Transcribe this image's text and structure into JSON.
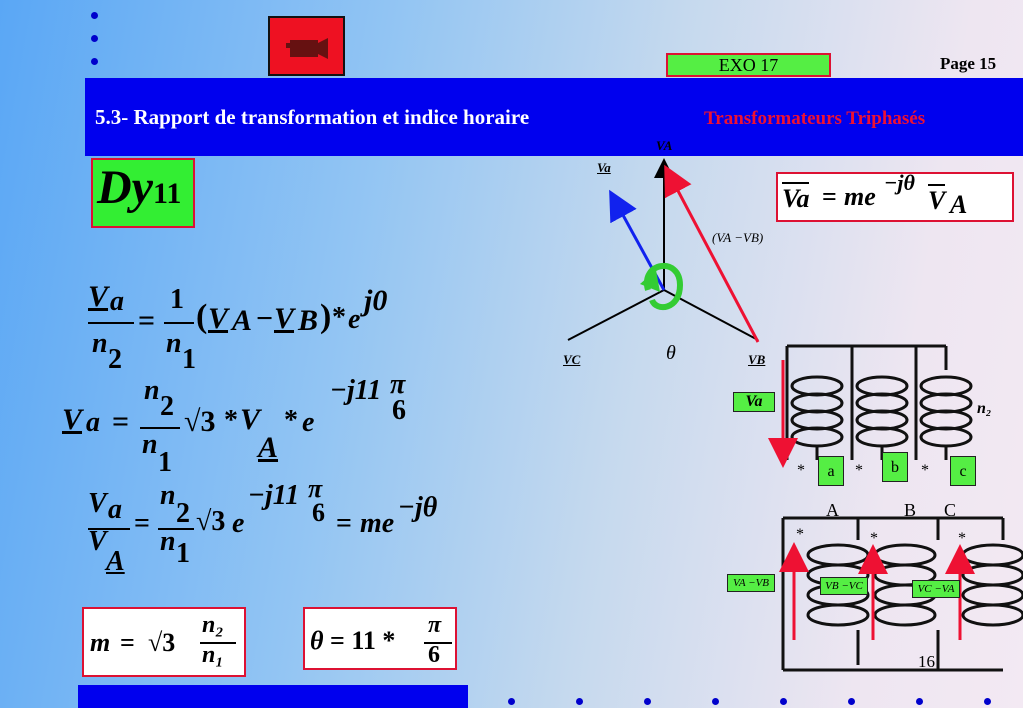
{
  "header": {
    "exo_label": "EXO 17",
    "page_label": "Page 15",
    "section_title": "5.3- Rapport de transformation et indice horaire",
    "subject": "Transformateurs Triphasés"
  },
  "coupling": {
    "base": "Dy",
    "sub": "11"
  },
  "formulas": {
    "f1": "V a = 1/n1 (V A − V B) * e^j0 over n2",
    "result_m": "m = √3 n2/n1",
    "result_theta": "θ = 11 * π/6",
    "vector_relation": "Va = me^−jθ VA"
  },
  "phasor": {
    "va": "Va",
    "vA": "VA",
    "vB": "VB",
    "vC": "VC",
    "diff": "(VA −VB)",
    "theta": "θ"
  },
  "windings": {
    "secondary": [
      "a",
      "b",
      "c"
    ],
    "primary": [
      "A",
      "B",
      "C"
    ],
    "star": "*",
    "n2": "n₂",
    "va_label": "Va",
    "l1": "VA −VB",
    "l2": "VB −VC",
    "l3": "VC −VA"
  },
  "slide_number": "16",
  "colors": {
    "blue": "#0000ee",
    "red": "#ee1133",
    "green": "#55ee44"
  }
}
